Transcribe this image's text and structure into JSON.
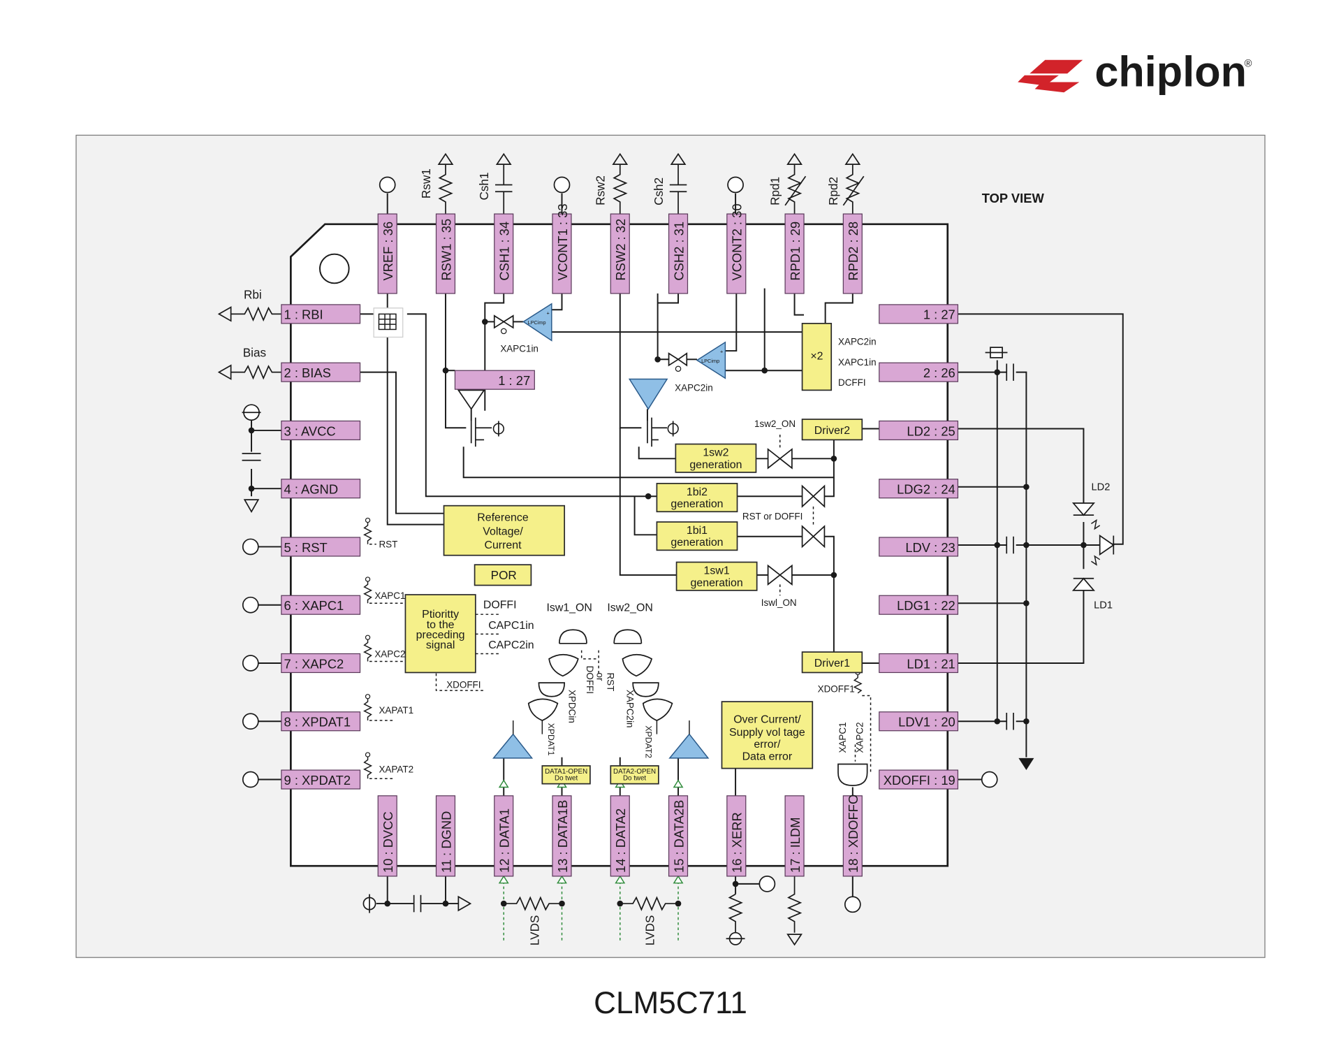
{
  "brand": {
    "name": "chiplon",
    "registered_mark": "®",
    "colors": {
      "mark_red": "#d2232a",
      "text_dark": "#222222"
    }
  },
  "diagram": {
    "view_label": "TOP VIEW",
    "left_pins": [
      "1 : RBI",
      "2 : BIAS",
      "3 : AVCC",
      "4 : AGND",
      "5 : RST",
      "6 : XAPC1",
      "7 : XAPC2",
      "8 : XPDAT1",
      "9 : XPDAT2"
    ],
    "top_pins": [
      "VREF : 36",
      "RSW1 : 35",
      "CSH1 : 34",
      "VCONT1 : 33",
      "RSW2 : 32",
      "CSH2 : 31",
      "VCONT2 : 30",
      "RPD1 : 29",
      "RPD2 : 28"
    ],
    "bottom_pins": [
      "10 : DVCC",
      "11 : DGND",
      "12 : DATA1",
      "13 : DATA1B",
      "14 : DATA2",
      "15 : DATA2B",
      "16 : XERR",
      "17 : ILDM",
      "18 : XDOFFO"
    ],
    "right_pins": [
      "1 : 27",
      "2 : 26",
      "LD2 : 25",
      "LDG2 : 24",
      "LDV : 23",
      "LDG1 : 22",
      "LD1 : 21",
      "LDV1 : 20",
      "XDOFFI : 19"
    ],
    "inner_pin_label": "1 : 27",
    "external_labels": {
      "rbi": "Rbi",
      "bias": "Bias",
      "rsw1": "Rsw1",
      "csh1": "Csh1",
      "rsw2": "Rsw2",
      "csh2": "Csh2",
      "rpd1": "Rpd1",
      "rpd2": "Rpd2",
      "lvds_1": "LVDS",
      "lvds_2": "LVDS",
      "ld2": "LD2",
      "ld1": "LD1"
    },
    "blocks": {
      "reference": [
        "Reference",
        "Voltage/",
        "Current"
      ],
      "por": "POR",
      "priority": [
        "Ptioritty",
        "to the",
        "preceding",
        "signal"
      ],
      "over_current": [
        "Over Current/",
        "Supply vol tage",
        "error/",
        "Data error"
      ],
      "driver1": "Driver1",
      "driver2": "Driver2",
      "gen_1sw2": [
        "1sw2",
        "generation"
      ],
      "gen_1bi2": [
        "1bi2",
        "generation"
      ],
      "gen_1bi1": [
        "1bi1",
        "generation"
      ],
      "gen_1sw1": [
        "1sw1",
        "generation"
      ],
      "x2": "×2",
      "data1_open": [
        "DATA1-OPEN",
        "Do twet"
      ],
      "data2_open": [
        "DATA2-OPEN",
        "Do twet"
      ]
    },
    "signal_labels": {
      "xapc1in": "XAPC1in",
      "xapc2in": "XAPC2in",
      "lpcimp": "LPCimp",
      "x2_in1": "XAPC2in",
      "x2_in2": "XAPC1in",
      "x2_in3": "DCFFI",
      "sw2_on": "1sw2_ON",
      "sw1_on": "Iswl_ON",
      "rst_or_doffi": "RST or DOFFI",
      "rst": "RST",
      "xapc1": "XAPC1",
      "xapc2": "XAPC2",
      "xapat1": "XAPAT1",
      "xapat2": "XAPAT2",
      "doffi": "DOFFI",
      "capc1in": "CAPC1in",
      "capc2in": "CAPC2in",
      "xdoffi": "XDOFFI",
      "isw1_on": "Isw1_ON",
      "isw2_on": "Isw2_ON",
      "or_doffi": [
        "or",
        "DOFFI"
      ],
      "rst_v": "RST",
      "xpdcin": "XPDCin",
      "xapc2in_v": "XAPC2in",
      "xpdat1_v": "XPDAT1",
      "xpdat2_v": "XPDAT2",
      "xdoff1": "XDOFF1",
      "xapc1_v": "XAPC1",
      "xapc2_v": "XAPC2"
    }
  },
  "caption": "CLM5C711"
}
